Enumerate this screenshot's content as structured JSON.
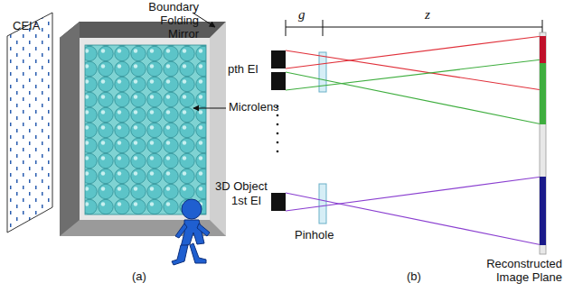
{
  "diagram": {
    "labels": [
      "CEIA",
      "Boundary Folding Mirror",
      "Microlens",
      "3D Object",
      "(a)",
      "g",
      "z",
      "pth EI",
      "1st EI",
      "Pinhole",
      "Reconstructed Image Plane",
      "(b)"
    ]
  }
}
